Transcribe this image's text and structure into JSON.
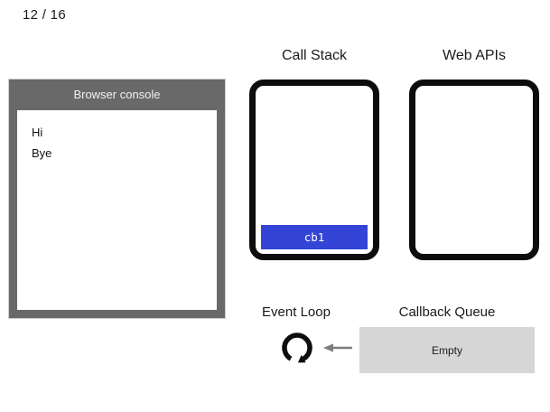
{
  "slide": {
    "counter": "12 / 16"
  },
  "browser_console": {
    "title": "Browser console",
    "lines": [
      "Hi",
      "Bye"
    ]
  },
  "call_stack": {
    "label": "Call Stack",
    "frames": [
      {
        "label": "cb1"
      }
    ]
  },
  "web_apis": {
    "label": "Web APIs",
    "items": []
  },
  "event_loop": {
    "label": "Event Loop",
    "icon": "loop-arrow-icon"
  },
  "callback_queue": {
    "label": "Callback Queue",
    "status": "Empty"
  },
  "flow_arrow": {
    "icon": "left-arrow-icon",
    "direction": "left"
  },
  "colors": {
    "console_frame": "#696969",
    "stack_frame_blue": "#3344d6",
    "queue_bg": "#d6d6d6",
    "panel_border": "#0d0d0d",
    "arrow_gray": "#7d7d7d"
  }
}
